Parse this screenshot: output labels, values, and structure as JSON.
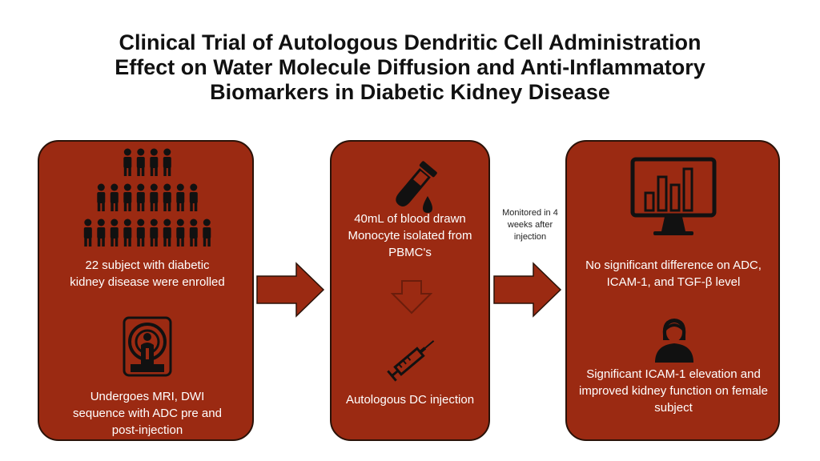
{
  "title": "Clinical Trial of Autologous Dendritic Cell Administration Effect on Water Molecule Diffusion and Anti-Inflammatory Biomarkers in Diabetic Kidney Disease",
  "panels": [
    {
      "enrollment_text": "22 subject with diabetic kidney disease were enrolled",
      "mri_text": "Undergoes MRI, DWI sequence with ADC pre and post-injection",
      "icons": [
        "people-pyramid-icon",
        "mri-scanner-icon"
      ]
    },
    {
      "blood_text": "40mL of blood drawn Monocyte isolated from PBMC's",
      "injection_text": "Autologous DC injection",
      "icons": [
        "blood-tube-icon",
        "down-arrow-icon",
        "syringe-icon"
      ]
    },
    {
      "result_text": "No significant difference on ADC, ICAM-1, and TGF-β level",
      "female_text": "Significant ICAM-1 elevation and improved kidney function on female subject",
      "icons": [
        "bar-chart-monitor-icon",
        "female-person-icon"
      ]
    }
  ],
  "monitor_note": "Monitored in 4 weeks after injection",
  "colors": {
    "panel": "#9b2a12",
    "icon": "#111111",
    "panel_text": "#ffffff"
  }
}
